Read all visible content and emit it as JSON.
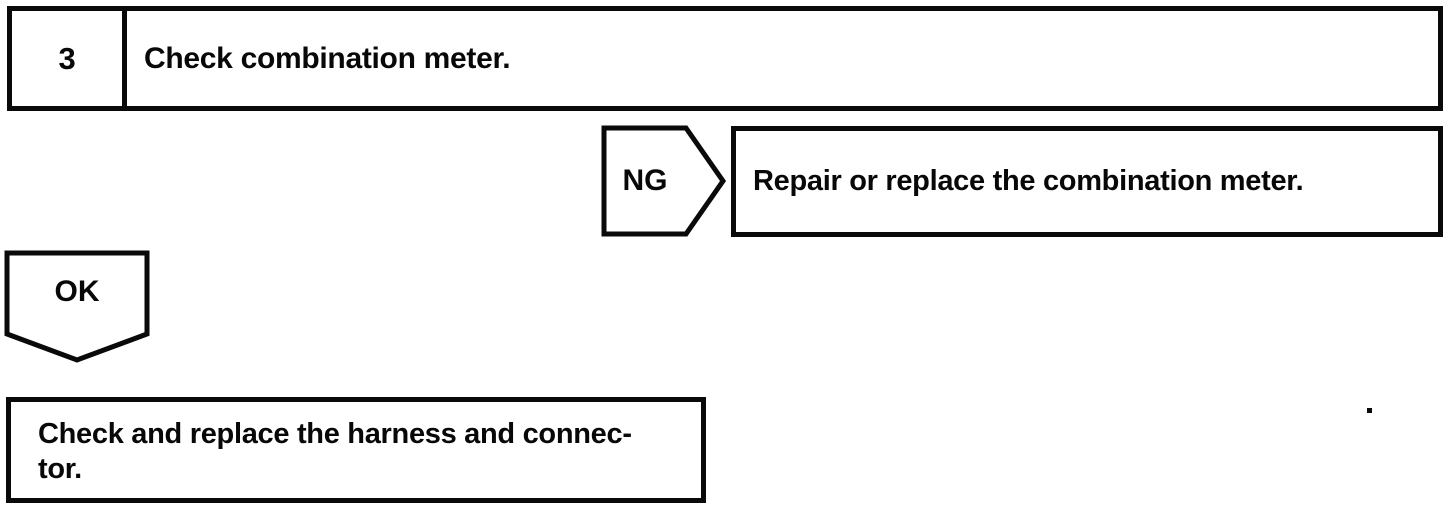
{
  "colors": {
    "ink": "#0a0a0a",
    "paper": "#ffffff"
  },
  "flowchart": {
    "step_box": {
      "number": "3",
      "instruction": "Check combination meter."
    },
    "ng_connector": {
      "label": "NG"
    },
    "ng_action_box": {
      "text": "Repair or replace the combination meter."
    },
    "ok_connector": {
      "label": "OK"
    },
    "result_box": {
      "lines": [
        "Check and replace the harness and connec-",
        "tor."
      ]
    }
  }
}
